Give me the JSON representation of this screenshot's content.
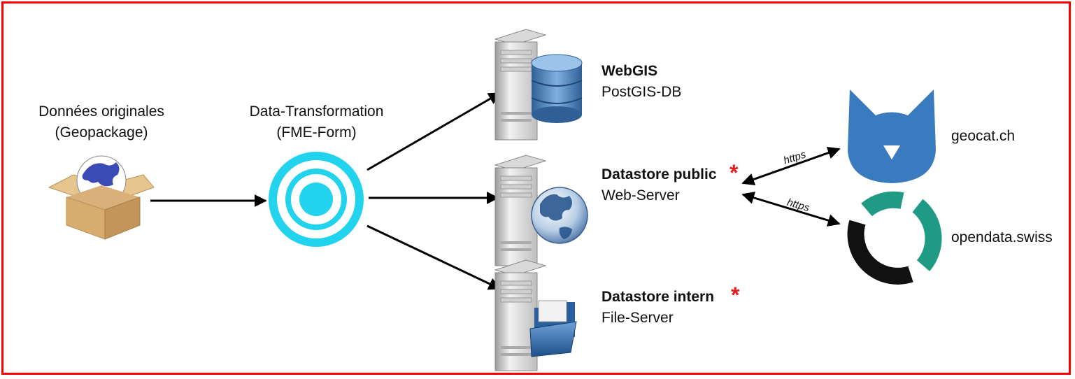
{
  "source": {
    "line1": "Données originales",
    "line2": "(Geopackage)"
  },
  "transform": {
    "line1": "Data-Transformation",
    "line2": "(FME-Form)"
  },
  "webgis": {
    "title": "WebGIS",
    "subtitle": "PostGIS-DB"
  },
  "datastore_public": {
    "title": "Datastore public",
    "subtitle": "Web-Server",
    "marker": "*"
  },
  "datastore_intern": {
    "title": "Datastore intern",
    "subtitle": "File-Server",
    "marker": "*"
  },
  "geocat": {
    "label": "geocat.ch"
  },
  "opendata": {
    "label": "opendata.swiss"
  },
  "connections": {
    "https_top": "https",
    "https_bottom": "https"
  },
  "colors": {
    "frame": "#ff0000",
    "fme_ring": "#22d3ee",
    "geocat_blue": "#3a7bbf",
    "opendata_green": "#1f9a85",
    "marker_red": "#e41e1e"
  }
}
